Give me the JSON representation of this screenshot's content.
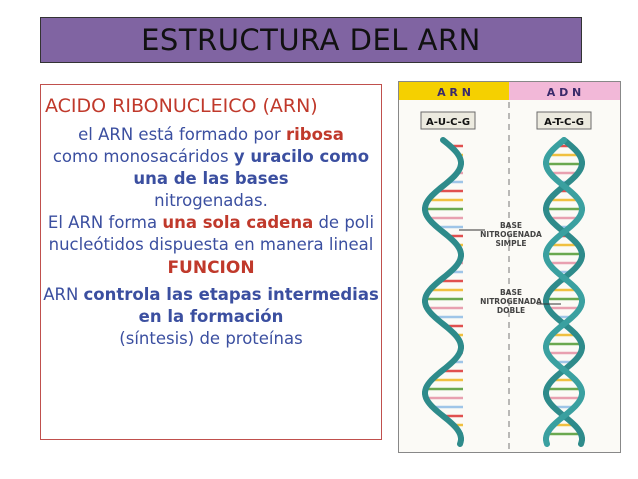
{
  "slide": {
    "title": "ESTRUCTURA DEL ARN"
  },
  "text_box": {
    "heading": "ACIDO RIBONUCLEICO (ARN)",
    "p1_a": "el ARN está formado por ",
    "p1_b": "ribosa",
    "p1_c": "como monosacáridos ",
    "p1_d": "y uracilo como una de las bases",
    "p1_e": "nitrogenadas.",
    "p2_a": "El ARN forma ",
    "p2_b": "una sola cadena",
    "p2_c": " de poli nucleótidos dispuesta en manera lineal",
    "function_title": "FUNCION",
    "p3_a": "ARN ",
    "p3_b": "controla las etapas intermedias en la formación",
    "p3_c": "(síntesis) de proteínas"
  },
  "figure": {
    "header_left": "A R N",
    "header_right": "A D N",
    "label_left": "A-U-C-G",
    "label_right": "A-T-C-G",
    "base_simple_1": "BASE",
    "base_simple_2": "NITROGENADA",
    "base_simple_3": "SIMPLE",
    "base_double_1": "BASE",
    "base_double_2": "NITROGENADA",
    "base_double_3": "DOBLE"
  },
  "colors": {
    "title_bg": "#8064a2",
    "text_blue": "#3b4fa0",
    "text_red": "#c0392b",
    "header_left_bg": "#f5d000",
    "header_right_bg": "#f2b8d8"
  }
}
